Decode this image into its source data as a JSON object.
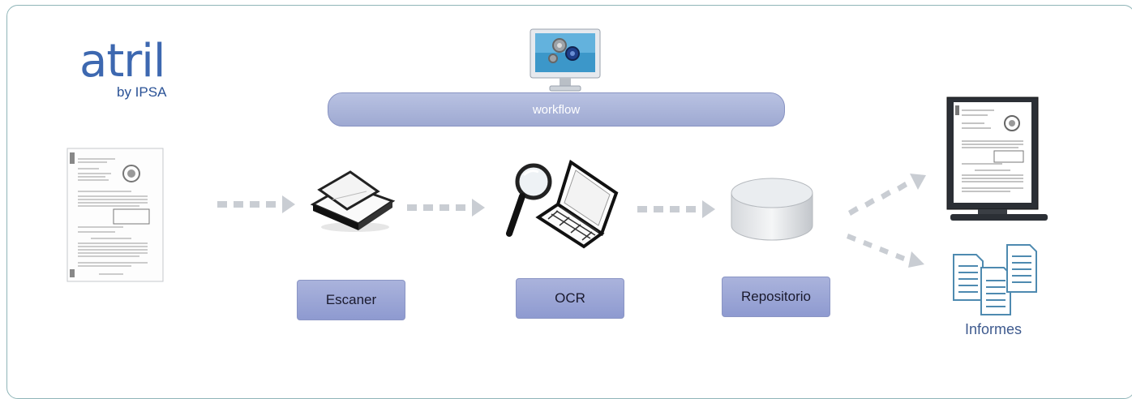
{
  "logo": {
    "main": "atril",
    "sub": "by IPSA"
  },
  "workflow": {
    "label": "workflow"
  },
  "steps": [
    {
      "label": "Escaner"
    },
    {
      "label": "OCR"
    },
    {
      "label": "Repositorio"
    }
  ],
  "outputs": {
    "informes_label": "Informes"
  },
  "colors": {
    "logo": "#3d68b0",
    "bar": "#9ea9d2",
    "box": "#8e9ad0",
    "arrow": "#c9cdd3",
    "frame": "#8fb5b8"
  },
  "icons": [
    "document-icon",
    "scanner-icon",
    "magnifier-icon",
    "laptop-icon",
    "database-icon",
    "monitor-icon",
    "documents-icon",
    "workflow-monitor-icon"
  ]
}
